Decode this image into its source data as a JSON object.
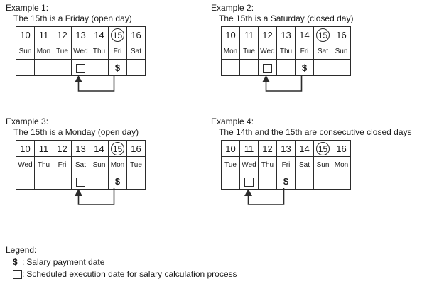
{
  "examples": [
    {
      "id": "example-1",
      "title": "Example 1:",
      "subtitle": "The 15th is a Friday (open day)",
      "dates": [
        "10",
        "11",
        "12",
        "13",
        "14",
        "15",
        "16"
      ],
      "circled_index": 5,
      "dows": [
        "Sun",
        "Mon",
        "Tue",
        "Wed",
        "Thu",
        "Fri",
        "Sat"
      ],
      "closed_indices": [
        0,
        6
      ],
      "marks": [
        "",
        "",
        "",
        "square",
        "",
        "dollar",
        ""
      ],
      "arrow": {
        "from_index": 5,
        "to_index": 3
      }
    },
    {
      "id": "example-2",
      "title": "Example 2:",
      "subtitle": "The 15th is a Saturday (closed day)",
      "dates": [
        "10",
        "11",
        "12",
        "13",
        "14",
        "15",
        "16"
      ],
      "circled_index": 5,
      "dows": [
        "Mon",
        "Tue",
        "Wed",
        "Thu",
        "Fri",
        "Sat",
        "Sun"
      ],
      "closed_indices": [
        5,
        6
      ],
      "marks": [
        "",
        "",
        "square",
        "",
        "dollar",
        "",
        ""
      ],
      "arrow": {
        "from_index": 4,
        "to_index": 2
      }
    },
    {
      "id": "example-3",
      "title": "Example 3:",
      "subtitle": "The 15th is a Monday (open day)",
      "dates": [
        "10",
        "11",
        "12",
        "13",
        "14",
        "15",
        "16"
      ],
      "circled_index": 5,
      "dows": [
        "Wed",
        "Thu",
        "Fri",
        "Sat",
        "Sun",
        "Mon",
        "Tue"
      ],
      "closed_indices": [
        3,
        4
      ],
      "marks": [
        "",
        "",
        "",
        "square",
        "",
        "dollar",
        ""
      ],
      "arrow": {
        "from_index": 5,
        "to_index": 3
      }
    },
    {
      "id": "example-4",
      "title": "Example 4:",
      "subtitle": "The 14th and the 15th are consecutive closed days",
      "dates": [
        "10",
        "11",
        "12",
        "13",
        "14",
        "15",
        "16"
      ],
      "circled_index": 5,
      "dows": [
        "Tue",
        "Wed",
        "Thu",
        "Fri",
        "Sat",
        "Sun",
        "Mon"
      ],
      "closed_indices": [
        4,
        5
      ],
      "marks": [
        "",
        "square",
        "",
        "dollar",
        "",
        "",
        ""
      ],
      "arrow": {
        "from_index": 3,
        "to_index": 1
      }
    }
  ],
  "legend": {
    "heading": "Legend:",
    "items": [
      {
        "symbol": "$",
        "symbol_kind": "dollar",
        "separator": ":",
        "text": "Salary payment date"
      },
      {
        "symbol": "□",
        "symbol_kind": "square",
        "separator": ":",
        "text": "Scheduled execution date for salary calculation process"
      }
    ]
  },
  "colors": {
    "closed_day_fill": "#fce3e3",
    "border": "#2b2b2b",
    "text": "#1a1a1a",
    "background": "#ffffff"
  }
}
